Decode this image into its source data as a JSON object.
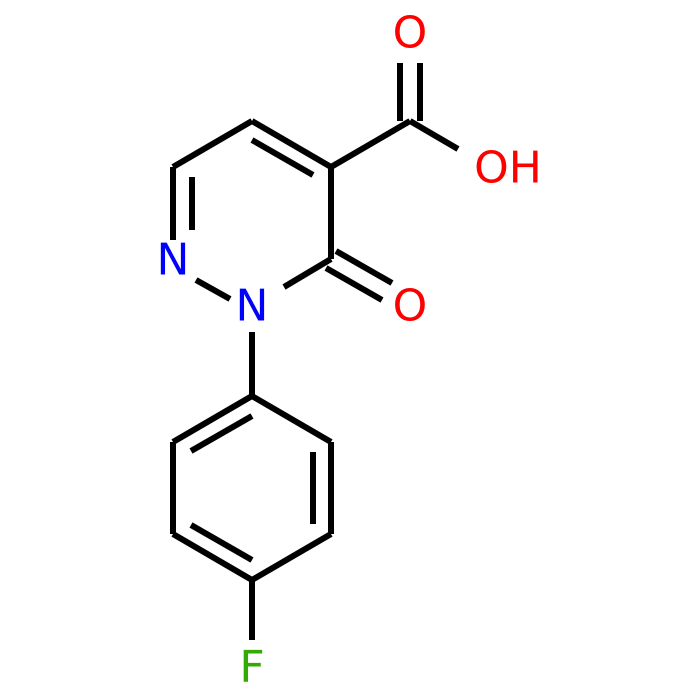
{
  "molecule": {
    "atoms": [
      {
        "id": "O1",
        "symbol": "O",
        "color": "#ff0000"
      },
      {
        "id": "O2",
        "symbol": "OH",
        "color": "#ff0000"
      },
      {
        "id": "N1",
        "symbol": "N",
        "color": "#0000ff"
      },
      {
        "id": "N2",
        "symbol": "N",
        "color": "#0000ff"
      },
      {
        "id": "O3",
        "symbol": "O",
        "color": "#ff0000"
      },
      {
        "id": "F1",
        "symbol": "F",
        "color": "#33aa00"
      }
    ],
    "bond_color": "#000000"
  }
}
